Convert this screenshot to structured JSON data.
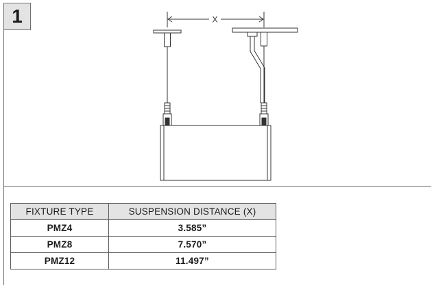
{
  "step": {
    "number": "1"
  },
  "diagram": {
    "dimension_label": "X"
  },
  "table": {
    "headers": [
      "FIXTURE TYPE",
      "SUSPENSION DISTANCE (X)"
    ],
    "rows": [
      [
        "PMZ4",
        "3.585”"
      ],
      [
        "PMZ8",
        "7.570”"
      ],
      [
        "PMZ12",
        "11.497”"
      ]
    ]
  }
}
